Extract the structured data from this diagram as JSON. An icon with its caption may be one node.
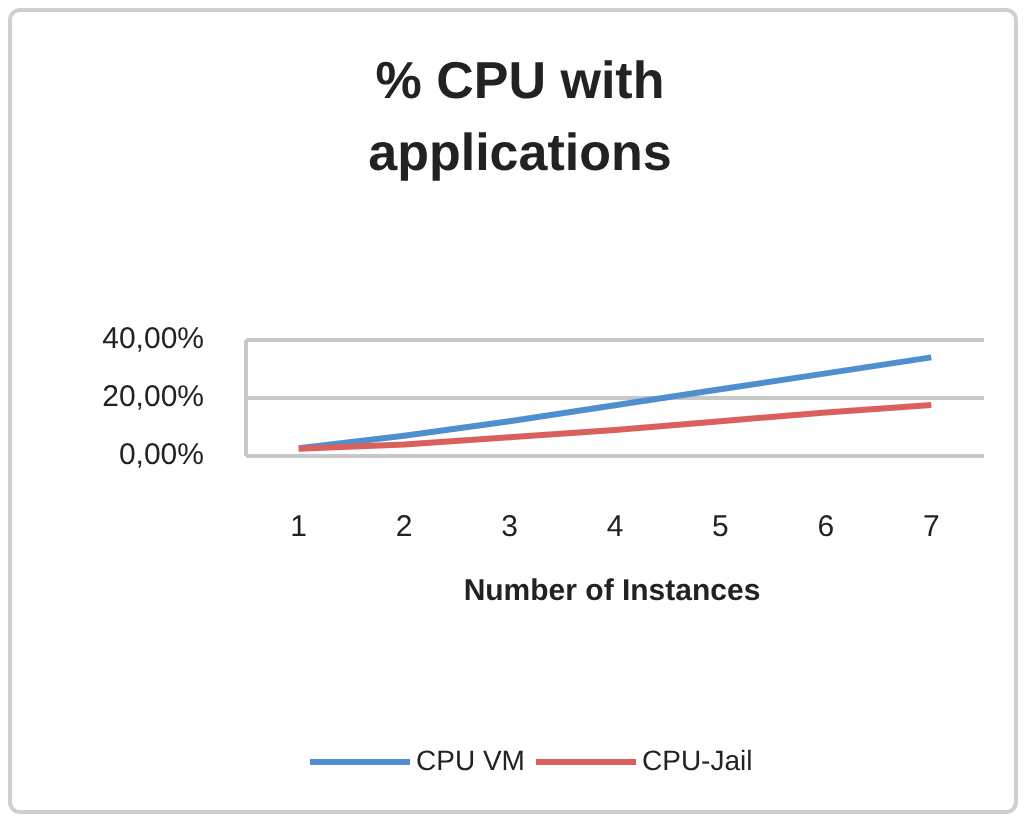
{
  "diagram": {
    "chart_data": {
      "type": "line",
      "title": "% CPU with applications",
      "xlabel": "Number of Instances",
      "categories": [
        "1",
        "2",
        "3",
        "4",
        "5",
        "6",
        "7"
      ],
      "series": [
        {
          "name": "CPU VM",
          "color": "#4f8fcf",
          "values": [
            2.7,
            7,
            12,
            17.5,
            23,
            28.5,
            34
          ]
        },
        {
          "name": "CPU-Jail",
          "color": "#d9605c",
          "values": [
            2.5,
            4,
            6.5,
            9,
            12,
            15,
            17.6
          ]
        }
      ],
      "ylim": [
        0,
        40
      ],
      "legend": true,
      "yticks": [
        {
          "value": 0,
          "label": "0,00%"
        },
        {
          "value": 20,
          "label": "20,00%"
        },
        {
          "value": 40,
          "label": "40,00%"
        }
      ]
    }
  }
}
